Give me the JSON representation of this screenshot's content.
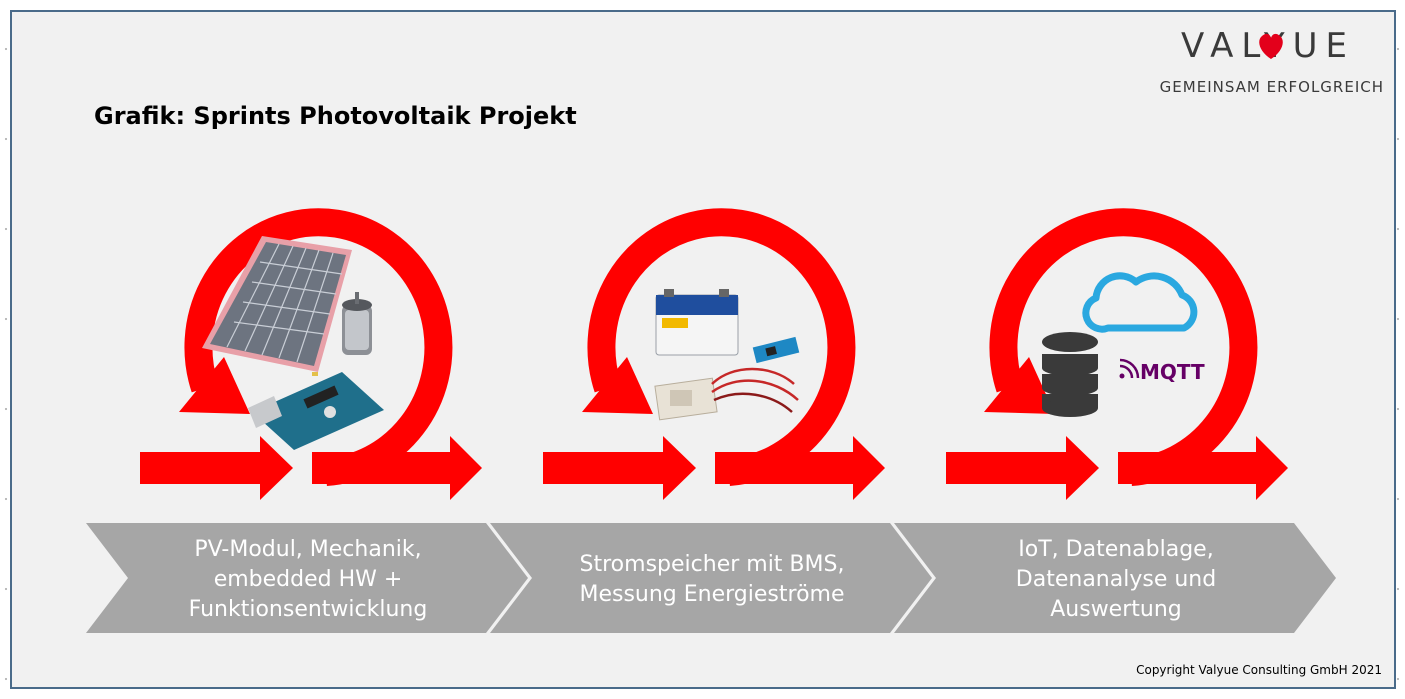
{
  "logo": {
    "wordmark": "VALYUE",
    "tagline": "GEMEINSAM ERFOLGREICH",
    "heart_color": "#e3001b"
  },
  "title": "Grafik: Sprints Photovoltaik Projekt",
  "colors": {
    "loop_red": "#ff0000",
    "chevron_gray": "#a6a6a6",
    "frame_border": "#4a6b8a"
  },
  "sprints": [
    {
      "label": "PV-Modul, Mechanik,\nembedded HW +\nFunktionsentwicklung",
      "icons": [
        "solar-panel-icon",
        "dc-motor-icon",
        "arduino-board-icon"
      ]
    },
    {
      "label": "Stromspeicher mit BMS,\nMessung Energieströme",
      "icons": [
        "car-battery-icon",
        "microcontroller-icon",
        "bms-board-icon"
      ]
    },
    {
      "label": "IoT, Datenablage,\nDatenanalyse und\nAuswertung",
      "icons": [
        "cloud-icon",
        "database-icon",
        "mqtt-logo-icon"
      ]
    }
  ],
  "mqtt_text": "MQTT",
  "copyright": "Copyright Valyue Consulting GmbH 2021"
}
